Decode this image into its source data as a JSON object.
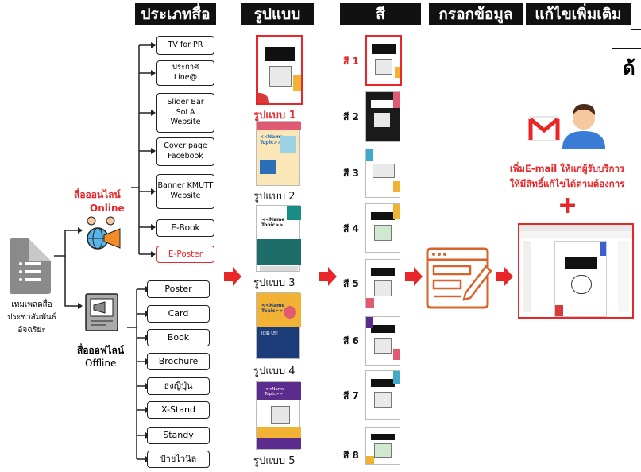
{
  "headers": [
    "ประเภทสื่อ",
    "รูปแบบ",
    "สี",
    "กรอกข้อมูล",
    "แก้ไขเพิ่มเติม"
  ],
  "corner_text": "ด้",
  "source": {
    "label_lines": [
      "เทมเพลดสื่อ",
      "ประชาสัมพันธ์",
      "อัจฉริยะ"
    ]
  },
  "online": {
    "label_th": "สื่อออนไลน์",
    "label_en": "Online",
    "items": [
      "TV for PR",
      "ประกาศ\nLine@",
      "Slider Bar SoLA\nWebsite",
      "Cover page\nFacebook",
      "Banner KMUTT\nWebsite",
      "E-Book",
      "E-Poster"
    ]
  },
  "offline": {
    "label_th": "สื่อออฟไลน์",
    "label_en": "Offline",
    "items": [
      "Poster",
      "Card",
      "Book",
      "Brochure",
      "ธงญี่ปุ่น",
      "X-Stand",
      "Standy",
      "ป้ายไวนิล"
    ]
  },
  "formats": [
    "รูปแบบ 1",
    "รูปแบบ 2",
    "รูปแบบ 3",
    "รูปแบบ 4",
    "รูปแบบ 5"
  ],
  "colors": [
    "สี 1",
    "สี 2",
    "สี 3",
    "สี 4",
    "สี 5",
    "สี 6",
    "สี 7",
    "สี 8"
  ],
  "template_text": {
    "topic": "Topic",
    "name_topic": "<<Name\nTopic>>",
    "join": "JOIN US!"
  },
  "email_note": [
    "เพิ่มE-mail ให้แก่ผู้รับบริการ",
    "ให้มีสิทธิ์แก้ไขได้ตามต้องการ"
  ],
  "plus": "+",
  "accent": "#e8262a"
}
